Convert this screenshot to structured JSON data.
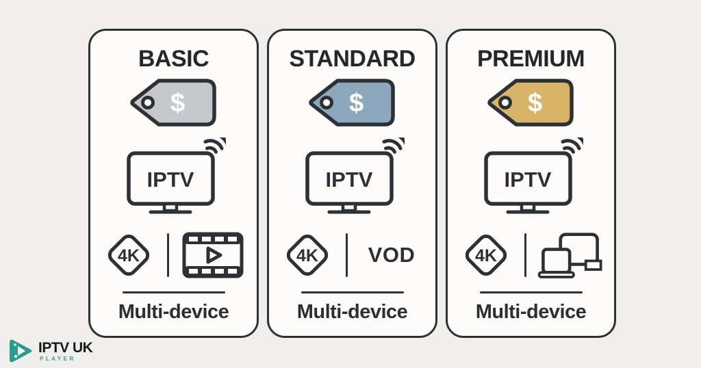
{
  "colors": {
    "page_background": "#f1efeb",
    "card_background": "#fdfcfa",
    "ink": "#2d3135",
    "logo_teal": "#2a9d8f",
    "logo_text": "#15181d"
  },
  "plans": [
    {
      "title": "BASIC",
      "tag_color": "#c5c8ca",
      "tag_symbol": "$",
      "tv_label": "IPTV",
      "quality_badge": "4K",
      "second_feature": {
        "type": "film-strip-icon",
        "label": ""
      },
      "footer": "Multi-device"
    },
    {
      "title": "STANDARD",
      "tag_color": "#8da8bc",
      "tag_symbol": "$",
      "tv_label": "IPTV",
      "quality_badge": "4K",
      "second_feature": {
        "type": "vod-label",
        "label": "VOD"
      },
      "footer": "Multi-device"
    },
    {
      "title": "PREMIUM",
      "tag_color": "#d8b469",
      "tag_symbol": "$",
      "tv_label": "IPTV",
      "quality_badge": "4K",
      "second_feature": {
        "type": "multi-devices-icon",
        "label": ""
      },
      "footer": "Multi-device"
    }
  ],
  "logo": {
    "name": "IPTV UK",
    "subtitle": "PLAYER"
  }
}
